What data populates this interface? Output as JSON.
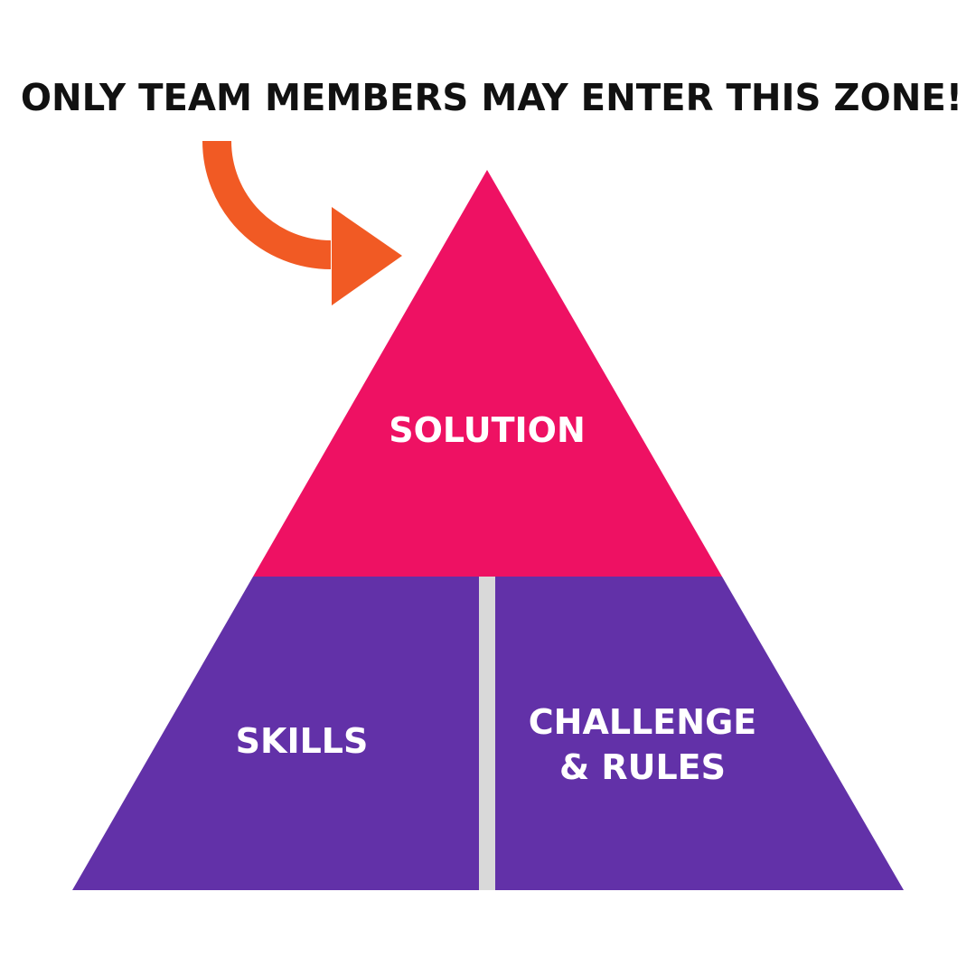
{
  "headline": "ONLY TEAM MEMBERS MAY ENTER THIS ZONE!",
  "pyramid": {
    "top": {
      "label": "SOLUTION",
      "color": "#EE1163"
    },
    "bottom_left": {
      "label": "SKILLS",
      "color": "#6231A8"
    },
    "bottom_right": {
      "label_line1": "CHALLENGE",
      "label_line2": "& RULES",
      "color": "#6231A8"
    },
    "divider_color": "#D9D9D9"
  },
  "arrow": {
    "color": "#F15A24"
  }
}
